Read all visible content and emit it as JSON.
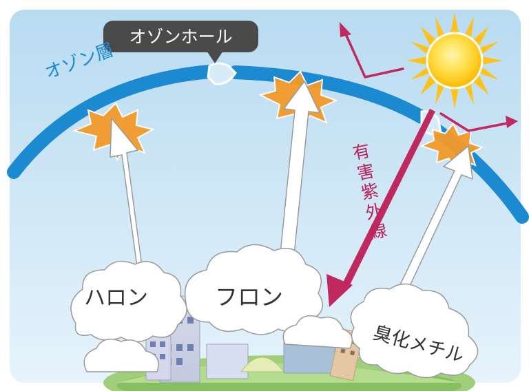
{
  "labels": {
    "ozone_hole": "オゾンホール",
    "ozone_layer": "オゾン層",
    "harmful_uv": "有害紫外線",
    "halon": "ハロン",
    "freon": "フロン",
    "methyl_bromide": "臭化メチル"
  },
  "colors": {
    "sky_top": "#b8dbf1",
    "sky_bottom": "#e4f2fb",
    "ozone_layer": "#1b8ad0",
    "uv_arrow": "#c02860",
    "sun": "#ffc21a",
    "callout": "#4a4a4a"
  }
}
